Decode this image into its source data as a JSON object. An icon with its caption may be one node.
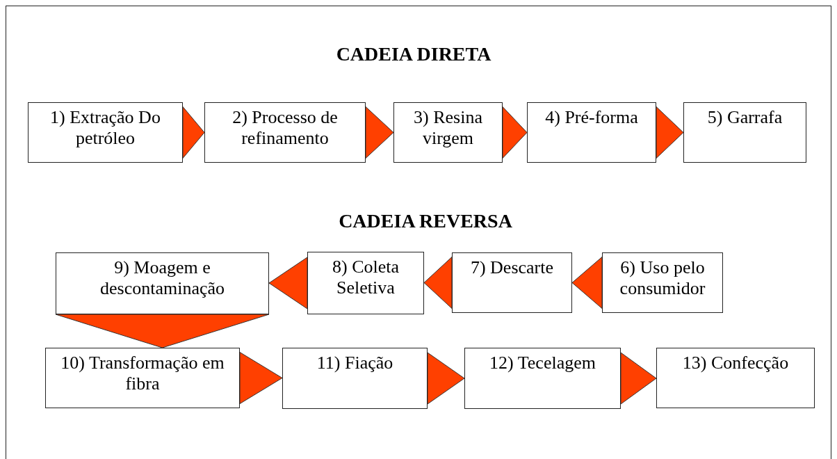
{
  "diagram": {
    "nodes": [
      {
        "text": [
          "1) Extração Do petróleo"
        ]
      },
      {
        "text": [
          "2) Processo de refinamento"
        ]
      },
      {
        "text": [
          "3) Resina virgem"
        ]
      },
      {
        "text": [
          "4) Pré-forma"
        ]
      },
      {
        "text": [
          "5) Garrafa"
        ]
      },
      {
        "text": [
          "6) Uso pelo consumidor"
        ]
      },
      {
        "text": [
          "7) Descarte"
        ]
      },
      {
        "text": [
          "8) Coleta Seletiva"
        ]
      },
      {
        "text": [
          "9) Moagem e descontaminação"
        ]
      },
      {
        "text": [
          "10) Transformação em fibra"
        ]
      },
      {
        "text": [
          "11) Fiação"
        ]
      },
      {
        "text": [
          "12) Tecelagem"
        ]
      },
      {
        "text": [
          "13) Confecção"
        ]
      }
    ],
    "edges": [
      {
        "from": 0,
        "to": 1,
        "arrow": "to"
      },
      {
        "from": 1,
        "to": 2,
        "arrow": "to"
      },
      {
        "from": 2,
        "to": 3,
        "arrow": "to"
      },
      {
        "from": 3,
        "to": 4,
        "arrow": "to"
      },
      {
        "from": 5,
        "to": 6,
        "arrow": "to"
      },
      {
        "from": 6,
        "to": 7,
        "arrow": "to"
      },
      {
        "from": 7,
        "to": 8,
        "arrow": "to"
      },
      {
        "from": 8,
        "to": 9,
        "arrow": "to"
      },
      {
        "from": 9,
        "to": 10,
        "arrow": "to"
      },
      {
        "from": 10,
        "to": 11,
        "arrow": "to"
      },
      {
        "from": 11,
        "to": 12,
        "arrow": "to"
      }
    ],
    "labels": [
      "CADEIA DIRETA",
      "CADEIA REVERSA"
    ]
  }
}
